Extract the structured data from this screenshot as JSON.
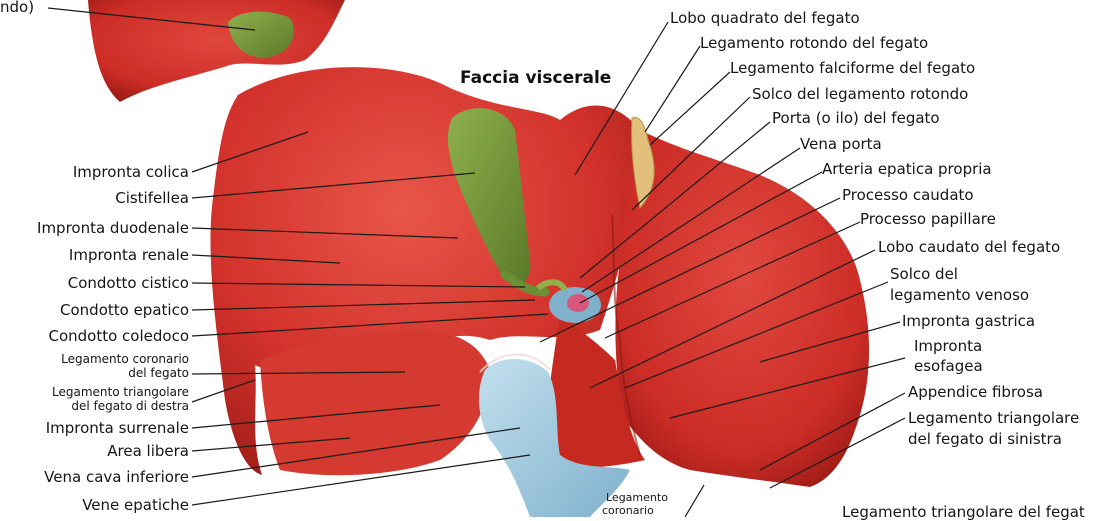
{
  "title": "Faccia viscerale",
  "colors": {
    "liver": "#d2322b",
    "liver_dark": "#a11d18",
    "liver_light": "#e8564a",
    "gallbladder": "#7c9a3e",
    "vena_cava": "#9cc6dd",
    "leader": "#1a1a1a"
  },
  "labels_left": [
    "ndo)",
    "Impronta colica",
    "Cistifellea",
    "Impronta duodenale",
    "Impronta renale",
    "Condotto cistico",
    "Condotto epatico",
    "Condotto coledoco",
    "Legamento coronario",
    "del fegato",
    "Legamento triangolare",
    "del fegato di destra",
    "Impronta surrenale",
    "Area libera",
    "Vena cava inferiore",
    "Vene epatiche"
  ],
  "labels_right": [
    "Lobo quadrato del fegato",
    "Legamento rotondo del fegato",
    "Legamento falciforme del fegato",
    "Solco del legamento rotondo",
    "Porta (o ilo) del fegato",
    "Vena porta",
    "Arteria epatica propria",
    "Processo caudato",
    "Processo papillare",
    "Lobo caudato del fegato",
    "Solco del",
    "legamento venoso",
    "Impronta gastrica",
    "Impronta",
    "esofagea",
    "Appendice fibrosa",
    "Legamento triangolare",
    "del fegato di sinistra"
  ],
  "labels_bottom": [
    "Legamento",
    "coronario",
    "Legamento triangolare del fegat"
  ]
}
